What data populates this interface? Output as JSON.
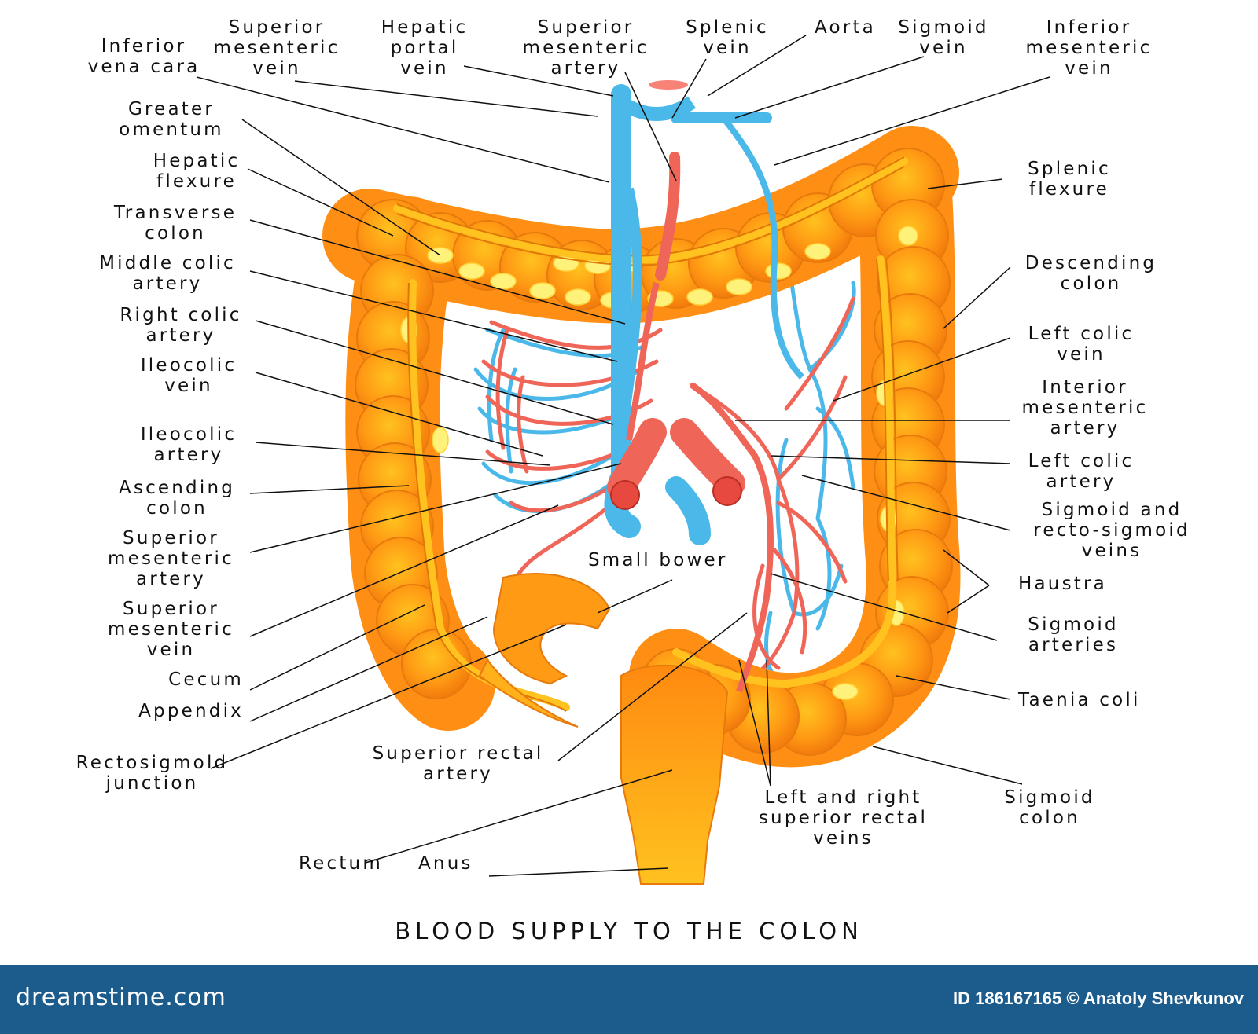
{
  "title": "BLOOD SUPPLY TO THE COLON",
  "labels": {
    "inferior_vena_cava": "Inferior\nvena cara",
    "superior_mesenteric_vein_top": "Superior\nmesenteric\nvein",
    "hepatic_portal_vein": "Hepatic\nportal\nvein",
    "superior_mesenteric_artery_top": "Superior\nmesenteric\nartery",
    "splenic_vein": "Splenic\nvein",
    "aorta": "Aorta",
    "sigmoid_vein": "Sigmoid\nvein",
    "inferior_mesenteric_vein": "Inferior\nmesenteric\nvein",
    "greater_omentum": "Greater\nomentum",
    "hepatic_flexure": "Hepatic\nflexure",
    "transverse_colon": "Transverse\ncolon",
    "middle_colic_artery": "Middle colic\nartery",
    "right_colic_artery": "Right colic\nartery",
    "ileocolic_vein": "Ileocolic\nvein",
    "ileocolic_artery": "Ileocolic\nartery",
    "ascending_colon": "Ascending\ncolon",
    "superior_mesenteric_artery": "Superior\nmesenteric\nartery",
    "superior_mesenteric_vein": "Superior\nmesenteric\nvein",
    "cecum": "Cecum",
    "appendix": "Appendix",
    "rectosigmoid_junction": "Rectosigmold\njunction",
    "superior_rectal_artery": "Superior rectal\nartery",
    "small_bowel": "Small bower",
    "rectum": "Rectum",
    "anus": "Anus",
    "splenic_flexure": "Splenic\nflexure",
    "descending_colon": "Descending\ncolon",
    "left_colic_vein": "Left colic\nvein",
    "interior_mesenteric_artery": "Interior\nmesenteric\nartery",
    "left_colic_artery": "Left colic\nartery",
    "sigmoid_rectosigmoid_veins": "Sigmoid and\nrecto-sigmoid\nveins",
    "haustra": "Haustra",
    "sigmoid_arteries": "Sigmoid\narteries",
    "taenia_coli": "Taenia coli",
    "sigmoid_colon": "Sigmoid\ncolon",
    "superior_rectal_veins": "Left and right\nsuperior rectal\nveins"
  },
  "footer": {
    "logo": "dreamstime.com",
    "credit": "ID 186167165 © Anatoly Shevkunov"
  },
  "colors": {
    "colon": "#ff8f14",
    "colon_highlight": "#ffc21f",
    "fat": "#fff27a",
    "artery": "#ef6557",
    "vein": "#4bb8ea",
    "leader_line": "#111111",
    "footer": "#1b5c8c"
  }
}
